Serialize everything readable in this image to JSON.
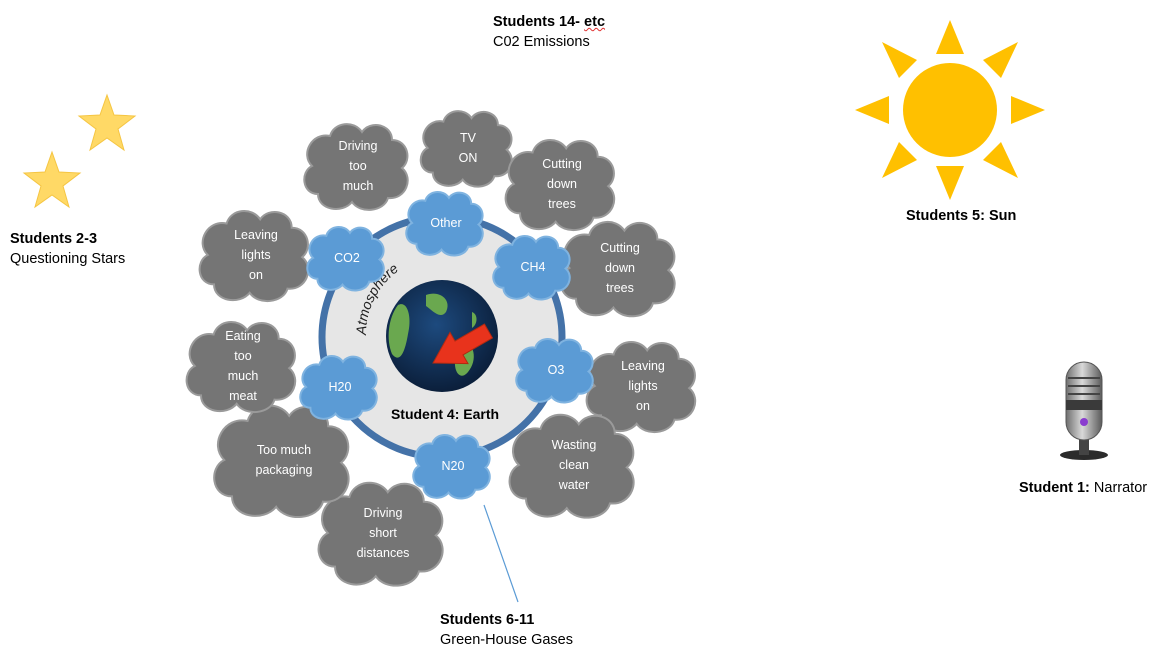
{
  "labels": {
    "students_14": {
      "title": "Students 14- ",
      "title_suffix": "etc",
      "subtitle": "C02 Emissions"
    },
    "students_2_3": {
      "title": "Students 2-3",
      "subtitle": "Questioning Stars"
    },
    "students_5": {
      "title": "Students 5:  Sun"
    },
    "students_1": {
      "title": "Student 1:",
      "subtitle": " Narrator"
    },
    "students_6_11": {
      "title": "Students 6-11",
      "subtitle": "Green-House Gases"
    },
    "earth": "Student 4: Earth",
    "atmosphere": "Atmosphere"
  },
  "gases": [
    {
      "id": "co2",
      "label": "CO2"
    },
    {
      "id": "other",
      "label": "Other"
    },
    {
      "id": "ch4",
      "label": "CH4"
    },
    {
      "id": "o3",
      "label": "O3"
    },
    {
      "id": "n20",
      "label": "N20"
    },
    {
      "id": "h20",
      "label": "H20"
    }
  ],
  "causes": [
    {
      "id": "driving-too-much",
      "lines": [
        "Driving",
        "too",
        "much"
      ]
    },
    {
      "id": "tv-on",
      "lines": [
        "TV",
        "ON"
      ]
    },
    {
      "id": "cutting-trees-1",
      "lines": [
        "Cutting",
        "down",
        "trees"
      ]
    },
    {
      "id": "cutting-trees-2",
      "lines": [
        "Cutting",
        "down",
        "trees"
      ]
    },
    {
      "id": "leaving-lights-right",
      "lines": [
        "Leaving",
        "lights",
        "on"
      ]
    },
    {
      "id": "wasting-water",
      "lines": [
        "Wasting",
        "clean",
        "water"
      ]
    },
    {
      "id": "driving-short",
      "lines": [
        "Driving",
        "short",
        "distances"
      ]
    },
    {
      "id": "packaging",
      "lines": [
        "Too much",
        "packaging"
      ]
    },
    {
      "id": "eating-meat",
      "lines": [
        "Eating",
        "too",
        "much",
        "meat"
      ]
    },
    {
      "id": "leaving-lights-left",
      "lines": [
        "Leaving",
        "lights",
        "on"
      ]
    }
  ],
  "colors": {
    "gray_cloud": "#757575",
    "blue_cloud": "#5b9bd5",
    "ring": "#4472a8",
    "atmosphere_fill": "#e6e6e6",
    "earth_ocean": "#0e2a4d",
    "earth_land": "#6aa84f",
    "arrow": "#e8331c",
    "sun": "#ffc000",
    "star": "#ffd966"
  },
  "icons": [
    "star-icon",
    "sun-icon",
    "microphone-icon",
    "earth-icon",
    "arrow-icon"
  ]
}
